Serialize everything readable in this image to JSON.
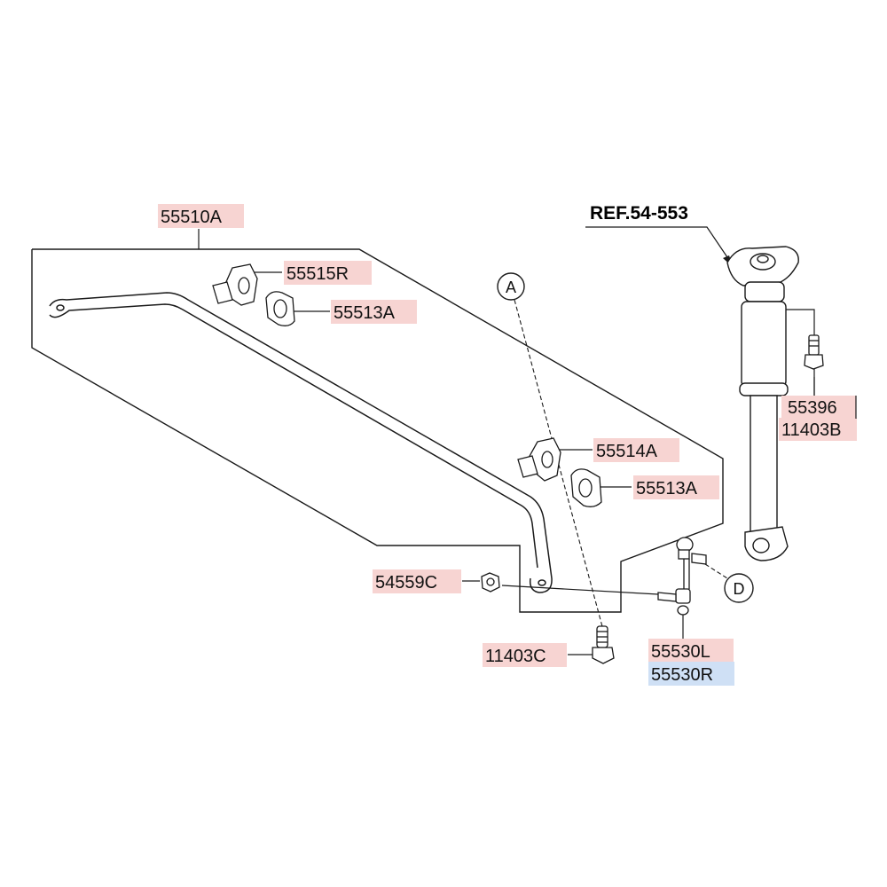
{
  "diagram": {
    "ref_label": "REF.54-553",
    "callouts": [
      {
        "id": "55510A",
        "text": "55510A",
        "highlight": "red"
      },
      {
        "id": "55515R",
        "text": "55515R",
        "highlight": "red"
      },
      {
        "id": "55513A_top",
        "text": "55513A",
        "highlight": "red"
      },
      {
        "id": "55514A",
        "text": "55514A",
        "highlight": "red"
      },
      {
        "id": "55513A_mid",
        "text": "55513A",
        "highlight": "red"
      },
      {
        "id": "54559C",
        "text": "54559C",
        "highlight": "red"
      },
      {
        "id": "11403C",
        "text": "11403C",
        "highlight": "red"
      },
      {
        "id": "55530L",
        "text": "55530L",
        "highlight": "red"
      },
      {
        "id": "55530R",
        "text": "55530R",
        "highlight": "blue"
      },
      {
        "id": "55396",
        "text": "55396",
        "highlight": "red"
      },
      {
        "id": "11403B",
        "text": "11403B",
        "highlight": "red"
      }
    ],
    "markers": [
      {
        "id": "A",
        "text": "A"
      },
      {
        "id": "D",
        "text": "D"
      }
    ],
    "colors": {
      "red_highlight": "#f7d4d2",
      "blue_highlight": "#cfe0f5",
      "line": "#1a1a1a"
    }
  }
}
